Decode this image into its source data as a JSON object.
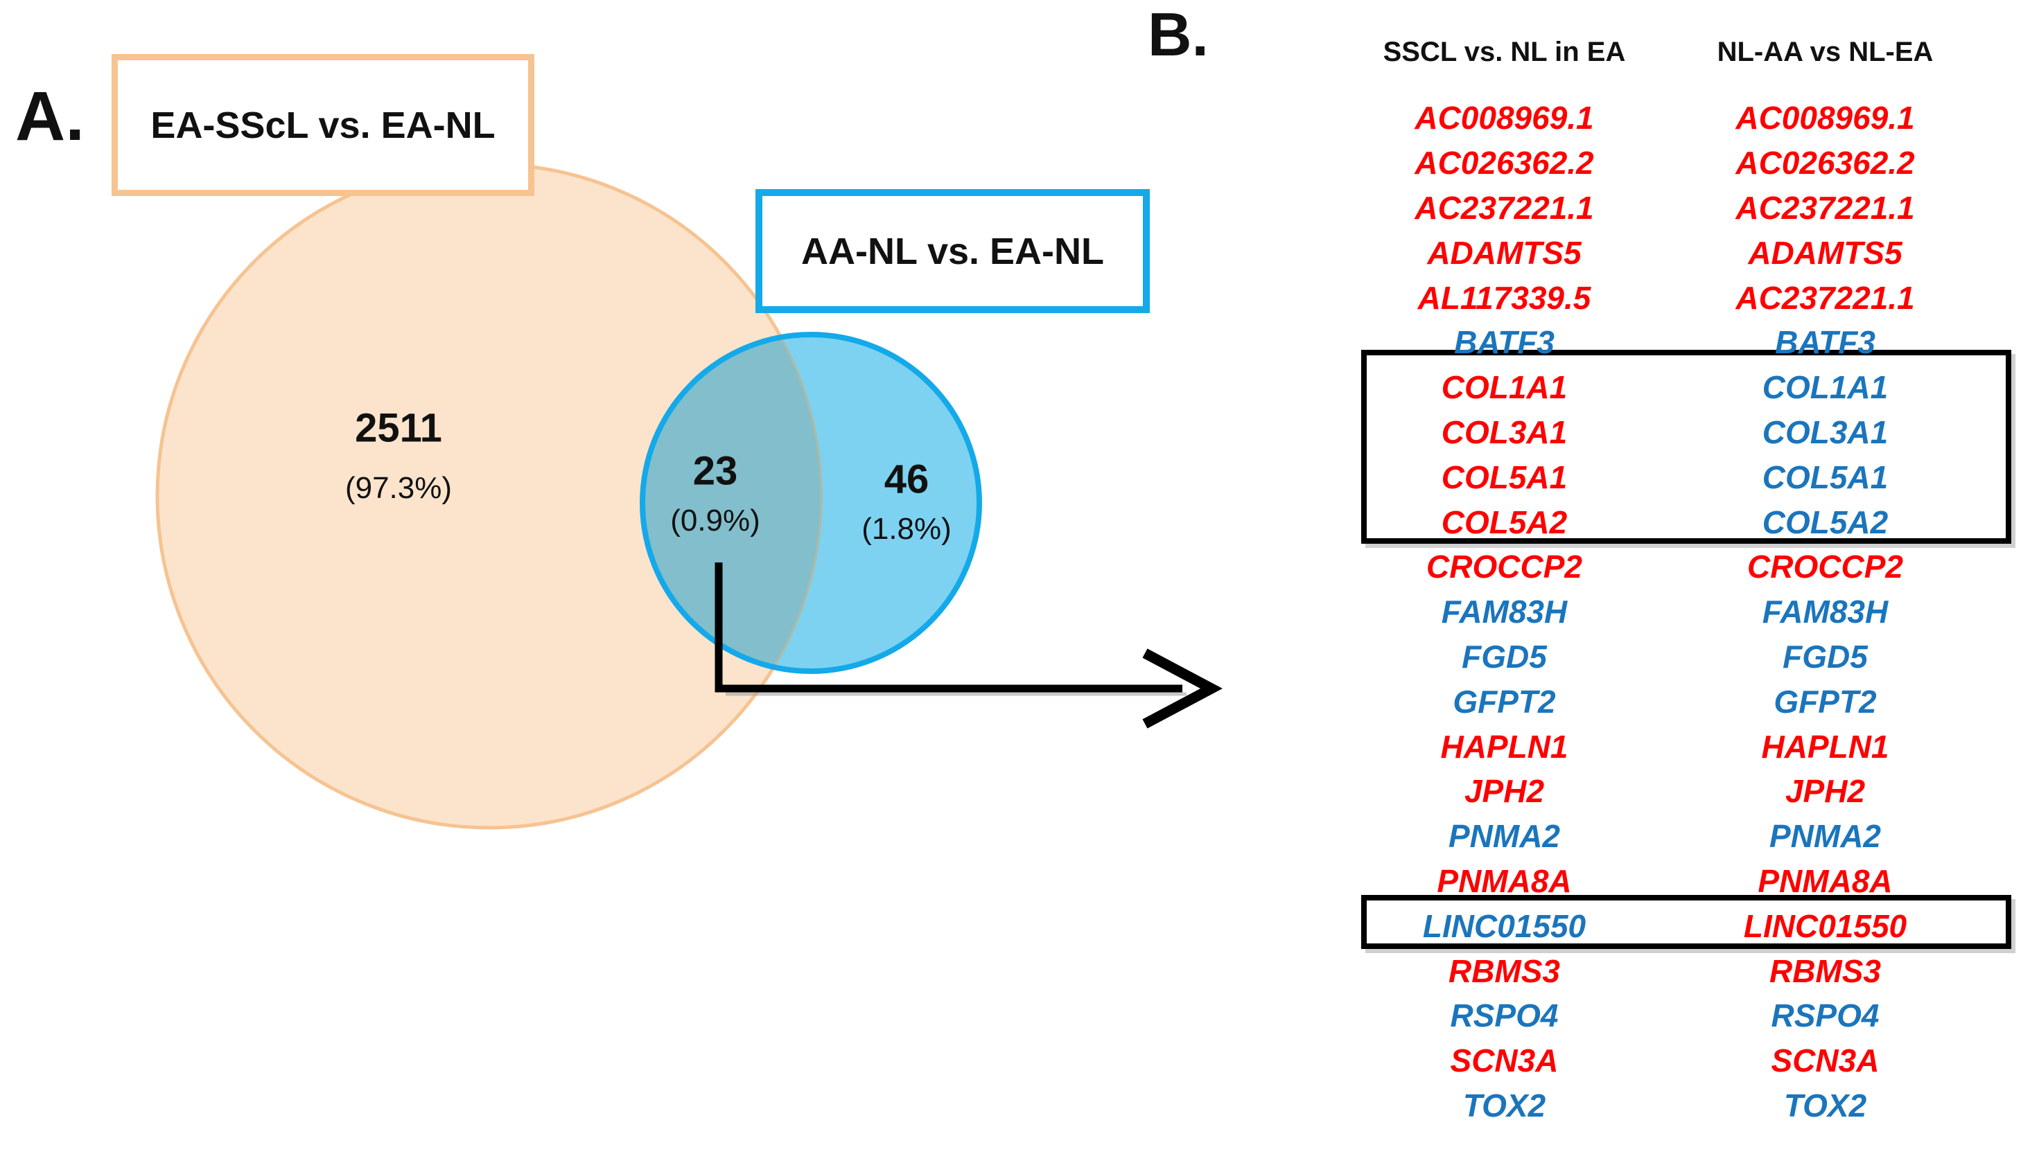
{
  "panel_a": {
    "label": "A.",
    "orange_box_label": "EA-SScL vs. EA-NL",
    "blue_box_label": "AA-NL vs. EA-NL",
    "venn": {
      "type": "venn",
      "left_set": "EA-SScL vs. EA-NL",
      "right_set": "AA-NL vs. EA-NL",
      "left_count": "2511",
      "left_pct": "(97.3%)",
      "overlap_count": "23",
      "overlap_pct": "(0.9%)",
      "right_count": "46",
      "right_pct": "(1.8%)"
    },
    "colors": {
      "orange_fill": "#FCE4CC",
      "orange_border": "#F6C391",
      "blue_fill": "#7DD2F1",
      "blue_border": "#14A9E9",
      "overlap_fill": "#82BECC",
      "overlap_arc": "#B3B79E",
      "arrow": "#000000",
      "arrow_shadow": "#9A9A9A"
    }
  },
  "panel_b": {
    "label": "B.",
    "columns": [
      "SSCL vs. NL in EA",
      "NL-AA vs NL-EA"
    ],
    "text_colors": {
      "red": "#FF0000",
      "blue": "#1B75BC"
    },
    "rows": [
      {
        "c1": "AC008969.1",
        "c1_color": "red",
        "c2": "AC008969.1",
        "c2_color": "red",
        "boxed": false
      },
      {
        "c1": "AC026362.2",
        "c1_color": "red",
        "c2": "AC026362.2",
        "c2_color": "red",
        "boxed": false
      },
      {
        "c1": "AC237221.1",
        "c1_color": "red",
        "c2": "AC237221.1",
        "c2_color": "red",
        "boxed": false
      },
      {
        "c1": "ADAMTS5",
        "c1_color": "red",
        "c2": "ADAMTS5",
        "c2_color": "red",
        "boxed": false
      },
      {
        "c1": "AL117339.5",
        "c1_color": "red",
        "c2": "AC237221.1",
        "c2_color": "red",
        "boxed": false
      },
      {
        "c1": "BATF3",
        "c1_color": "blue",
        "c2": "BATF3",
        "c2_color": "blue",
        "boxed": false
      },
      {
        "c1": "COL1A1",
        "c1_color": "red",
        "c2": "COL1A1",
        "c2_color": "blue",
        "boxed": "collagen-box"
      },
      {
        "c1": "COL3A1",
        "c1_color": "red",
        "c2": "COL3A1",
        "c2_color": "blue",
        "boxed": "collagen-box"
      },
      {
        "c1": "COL5A1",
        "c1_color": "red",
        "c2": "COL5A1",
        "c2_color": "blue",
        "boxed": "collagen-box"
      },
      {
        "c1": "COL5A2",
        "c1_color": "red",
        "c2": "COL5A2",
        "c2_color": "blue",
        "boxed": "collagen-box"
      },
      {
        "c1": "CROCCP2",
        "c1_color": "red",
        "c2": "CROCCP2",
        "c2_color": "red",
        "boxed": false
      },
      {
        "c1": "FAM83H",
        "c1_color": "blue",
        "c2": "FAM83H",
        "c2_color": "blue",
        "boxed": false
      },
      {
        "c1": "FGD5",
        "c1_color": "blue",
        "c2": "FGD5",
        "c2_color": "blue",
        "boxed": false
      },
      {
        "c1": "GFPT2",
        "c1_color": "blue",
        "c2": "GFPT2",
        "c2_color": "blue",
        "boxed": false
      },
      {
        "c1": "HAPLN1",
        "c1_color": "red",
        "c2": "HAPLN1",
        "c2_color": "red",
        "boxed": false
      },
      {
        "c1": "JPH2",
        "c1_color": "red",
        "c2": "JPH2",
        "c2_color": "red",
        "boxed": false
      },
      {
        "c1": "PNMA2",
        "c1_color": "blue",
        "c2": "PNMA2",
        "c2_color": "blue",
        "boxed": false
      },
      {
        "c1": "PNMA8A",
        "c1_color": "red",
        "c2": "PNMA8A",
        "c2_color": "red",
        "boxed": false
      },
      {
        "c1": "LINC01550",
        "c1_color": "blue",
        "c2": "LINC01550",
        "c2_color": "red",
        "boxed": "linc-box"
      },
      {
        "c1": "RBMS3",
        "c1_color": "red",
        "c2": "RBMS3",
        "c2_color": "red",
        "boxed": false
      },
      {
        "c1": "RSPO4",
        "c1_color": "blue",
        "c2": "RSPO4",
        "c2_color": "blue",
        "boxed": false
      },
      {
        "c1": "SCN3A",
        "c1_color": "red",
        "c2": "SCN3A",
        "c2_color": "red",
        "boxed": false
      },
      {
        "c1": "TOX2",
        "c1_color": "blue",
        "c2": "TOX2",
        "c2_color": "blue",
        "boxed": false
      }
    ]
  }
}
